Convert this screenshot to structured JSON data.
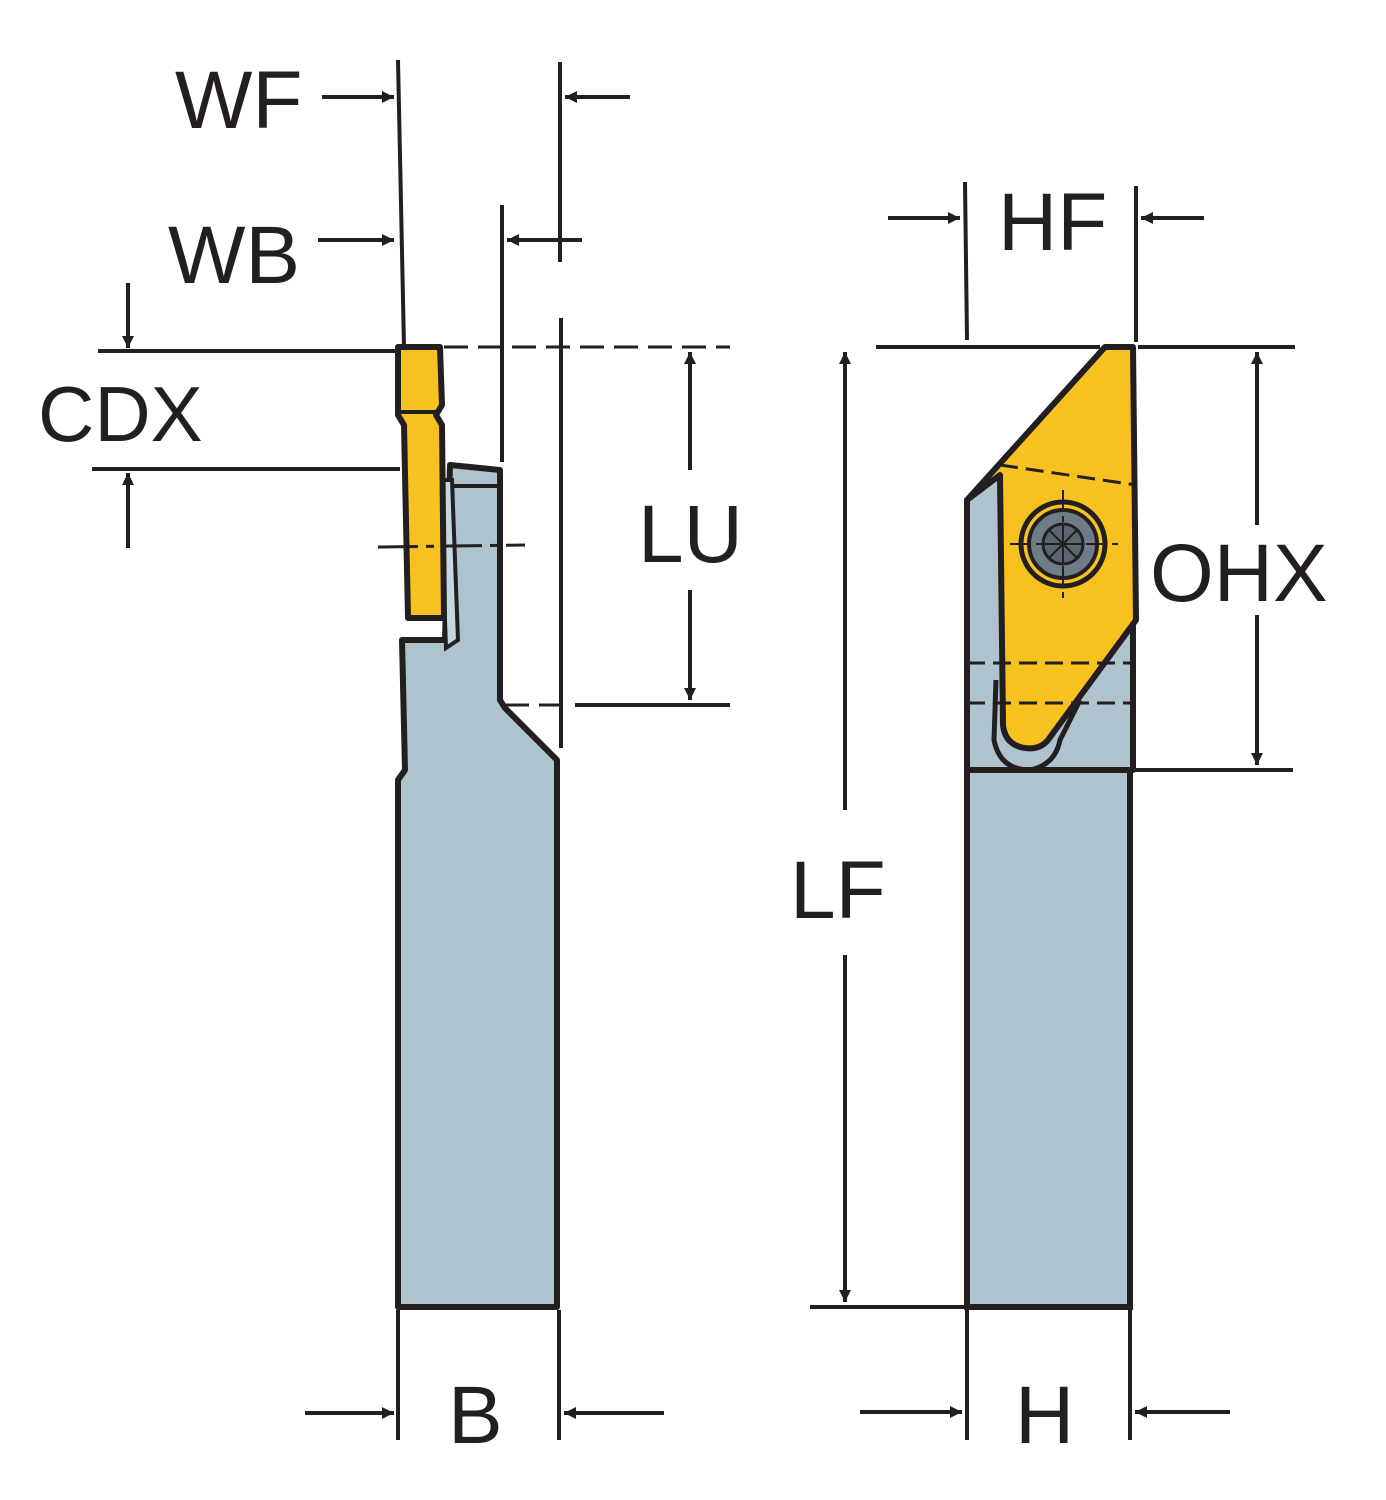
{
  "labels": {
    "wf": "WF",
    "wb": "WB",
    "cdx": "CDX",
    "lu": "LU",
    "b": "B",
    "hf": "HF",
    "ohx": "OHX",
    "lf": "LF",
    "h": "H"
  },
  "colors": {
    "line": "#231f20",
    "holder": "#afc3cf",
    "insert": "#f7c11f",
    "screw": "#6f7d87"
  }
}
